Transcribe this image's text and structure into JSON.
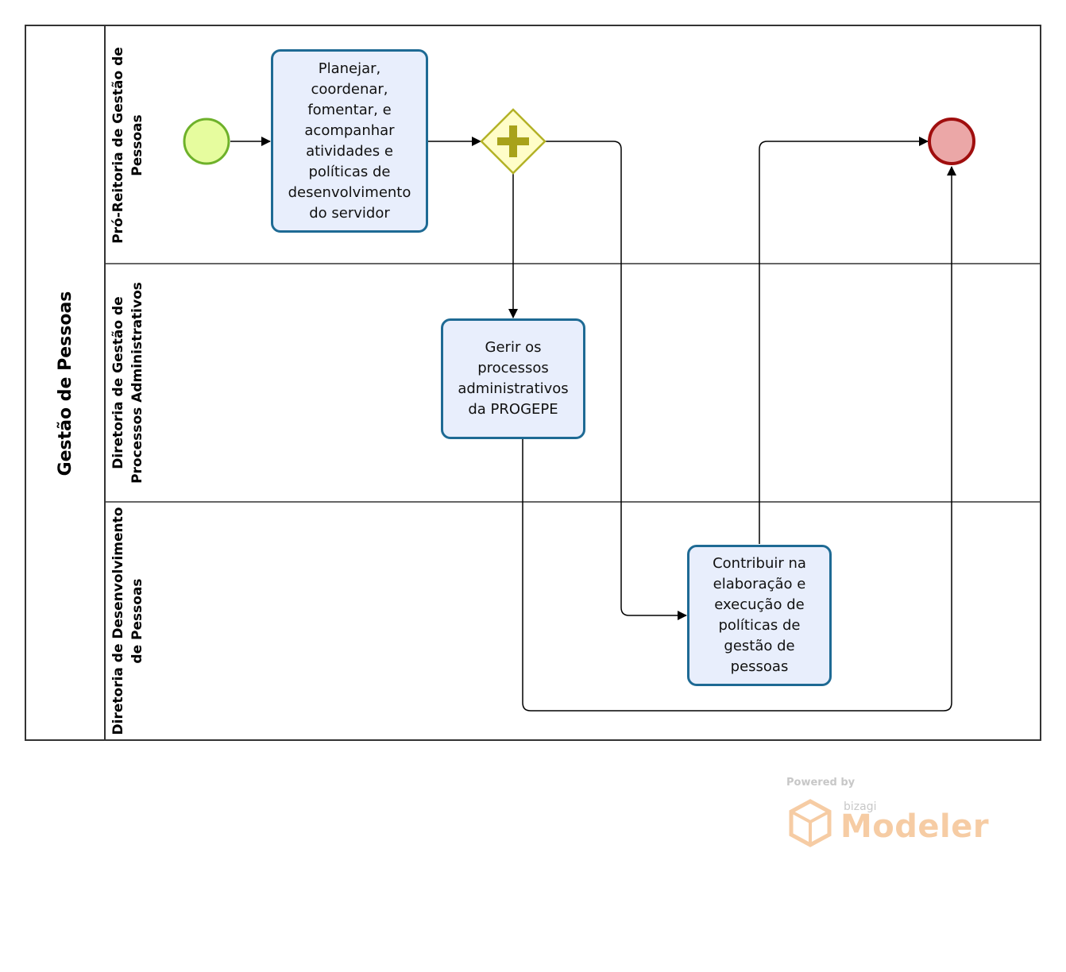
{
  "pool": {
    "title": "Gestão de Pessoas"
  },
  "lanes": [
    {
      "title": "Pró-Reitoria de Gestão de\nPessoas"
    },
    {
      "title": "Diretoria de Gestão de\nProcessos Administrativos"
    },
    {
      "title": "Diretoria de Desenvolvimento\nde Pessoas"
    }
  ],
  "tasks": {
    "plan": "Planejar,\ncoordenar,\nfomentar, e\nacompanhar\natividades e\npolíticas de\ndesenvolvimento\ndo servidor",
    "manage": "Gerir os\nprocessos\nadministrativos\nda PROGEPE",
    "contribute": "Contribuir na\nelaboração e\nexecução de\npolíticas de\ngestão de\npessoas"
  },
  "events": {
    "start": "start-event",
    "end": "end-event",
    "gateway": "parallel-gateway"
  },
  "colors": {
    "start_fill": "#e6fc9e",
    "start_stroke": "#6eb12a",
    "end_fill": "#eba7a7",
    "end_stroke": "#a00e0e",
    "gateway_fill": "#fffdc8",
    "gateway_stroke": "#b3b227",
    "gateway_plus": "#a8a21a",
    "task_fill": "#e8eefc",
    "task_stroke": "#1e6a94"
  },
  "watermark": {
    "powered": "Powered by",
    "brand": "bizagi",
    "product": "Modeler"
  }
}
